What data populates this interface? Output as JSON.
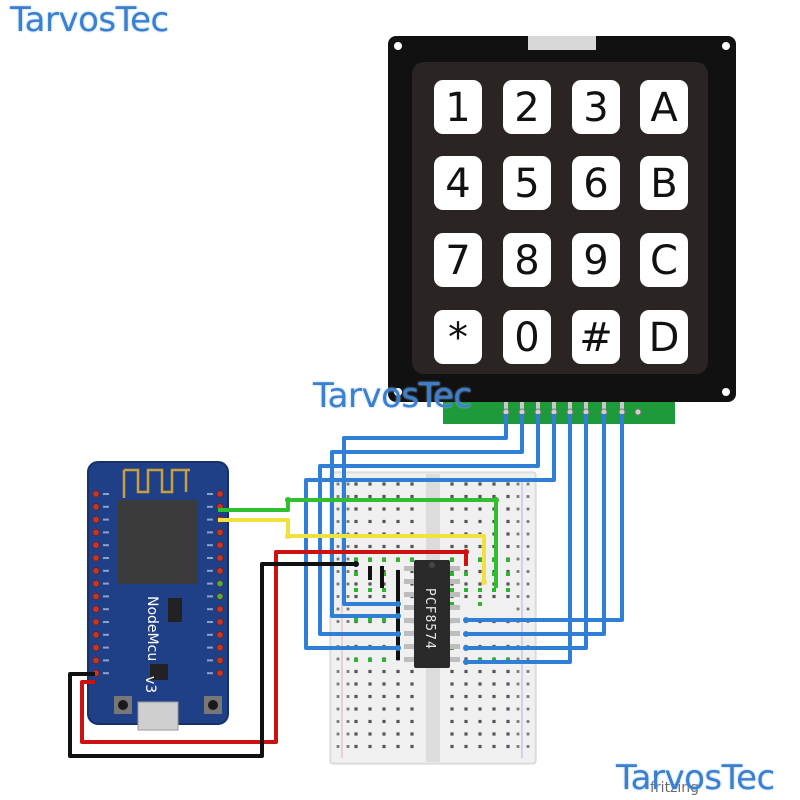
{
  "watermarks": {
    "top": "TarvosTec",
    "middle": "TarvosTec",
    "bottom": "TarvosTec"
  },
  "software_mark": "fritzing",
  "keypad": {
    "rows": [
      [
        "1",
        "2",
        "3",
        "A"
      ],
      [
        "4",
        "5",
        "6",
        "B"
      ],
      [
        "7",
        "8",
        "9",
        "C"
      ],
      [
        "*",
        "0",
        "#",
        "D"
      ]
    ]
  },
  "nodemcu": {
    "name": "NodeMcu",
    "version": "v3"
  },
  "ic": {
    "label": "PCF8574"
  },
  "wire_colors": {
    "sda": "#2fbf2f",
    "scl": "#f0e040",
    "vcc": "#cc1111",
    "gnd": "#111111",
    "keypad": "#2f7fd6"
  }
}
